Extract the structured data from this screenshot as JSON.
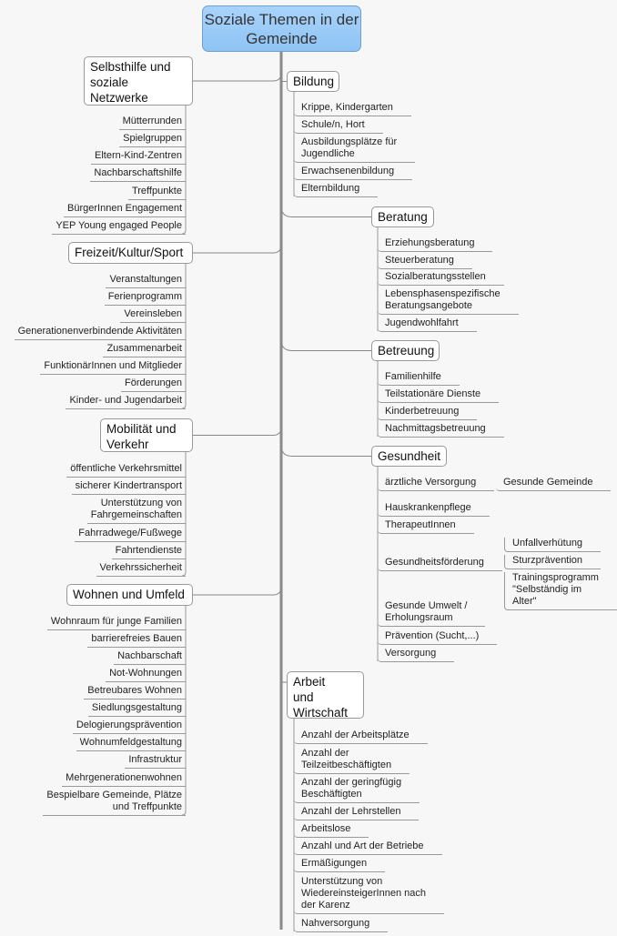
{
  "root": {
    "title": "Soziale Themen in der Gemeinde"
  },
  "branches": [
    {
      "label": "Selbsthilfe und\nsoziale\nNetzwerke",
      "items": [
        {
          "text": "Mütterrunden"
        },
        {
          "text": "Spielgruppen"
        },
        {
          "text": "Eltern-Kind-Zentren"
        },
        {
          "text": "Nachbarschaftshilfe"
        },
        {
          "text": "Treffpunkte"
        },
        {
          "text": "BürgerInnen Engagement"
        },
        {
          "text": "YEP Young engaged People"
        }
      ]
    },
    {
      "label": "Freizeit/Kultur/Sport",
      "items": [
        {
          "text": "Veranstaltungen"
        },
        {
          "text": "Ferienprogramm"
        },
        {
          "text": "Vereinsleben"
        },
        {
          "text": "Generationenverbindende Aktivitäten"
        },
        {
          "text": "Zusammenarbeit"
        },
        {
          "text": "FunktionärInnen und Mitglieder"
        },
        {
          "text": "Förderungen"
        },
        {
          "text": "Kinder- und Jugendarbeit"
        }
      ]
    },
    {
      "label": "Mobilität und\nVerkehr",
      "items": [
        {
          "text": "öffentliche Verkehrsmittel"
        },
        {
          "text": "sicherer Kindertransport"
        },
        {
          "text": "Unterstützung von\nFahrgemeinschaften"
        },
        {
          "text": "Fahrradwege/Fußwege"
        },
        {
          "text": "Fahrtendienste"
        },
        {
          "text": "Verkehrssicherheit"
        }
      ]
    },
    {
      "label": "Wohnen und Umfeld",
      "items": [
        {
          "text": "Wohnraum für junge Familien"
        },
        {
          "text": "barrierefreies Bauen"
        },
        {
          "text": "Nachbarschaft"
        },
        {
          "text": "Not-Wohnungen"
        },
        {
          "text": "Betreubares Wohnen"
        },
        {
          "text": "Siedlungsgestaltung"
        },
        {
          "text": "Delogierungsprävention"
        },
        {
          "text": "Wohnumfeldgestaltung"
        },
        {
          "text": "Infrastruktur"
        },
        {
          "text": "Mehrgenerationenwohnen"
        },
        {
          "text": "Bespielbare Gemeinde, Plätze\nund Treffpunkte"
        }
      ]
    },
    {
      "label": "Bildung",
      "items": [
        {
          "text": "Krippe, Kindergarten"
        },
        {
          "text": "Schule/n, Hort"
        },
        {
          "text": "Ausbildungsplätze für\nJugendliche"
        },
        {
          "text": "Erwachsenenbildung"
        },
        {
          "text": "Elternbildung"
        }
      ]
    },
    {
      "label": "Beratung",
      "items": [
        {
          "text": "Erziehungsberatung"
        },
        {
          "text": "Steuerberatung"
        },
        {
          "text": "Sozialberatungsstellen"
        },
        {
          "text": "Lebensphasenspezifische\nBeratungsangebote"
        },
        {
          "text": "Jugendwohlfahrt"
        }
      ]
    },
    {
      "label": "Betreuung",
      "items": [
        {
          "text": "Familienhilfe"
        },
        {
          "text": "Teilstationäre Dienste"
        },
        {
          "text": "Kinderbetreuung"
        },
        {
          "text": "Nachmittagsbetreuung"
        }
      ]
    },
    {
      "label": "Gesundheit",
      "items": [
        {
          "text": "ärztliche Versorgung",
          "children": [
            "Gesunde Gemeinde"
          ]
        },
        {
          "text": "Hauskrankenpflege"
        },
        {
          "text": "TherapeutInnen"
        },
        {
          "text": "Gesundheitsförderung",
          "children": [
            "Unfallverhütung",
            "Sturzprävention",
            "Trainingsprogramm\n\"Selbständig im Alter\""
          ]
        },
        {
          "text": "Gesunde Umwelt /\nErholungsraum"
        },
        {
          "text": "Prävention (Sucht,...)"
        },
        {
          "text": "Versorgung"
        }
      ]
    },
    {
      "label": "Arbeit\nund\nWirtschaft",
      "items": [
        {
          "text": "Anzahl der Arbeitsplätze"
        },
        {
          "text": "Anzahl der\nTeilzeitbeschäftigten"
        },
        {
          "text": "Anzahl der geringfügig\nBeschäftigten"
        },
        {
          "text": "Anzahl der Lehrstellen"
        },
        {
          "text": "Arbeitslose"
        },
        {
          "text": "Anzahl und Art der Betriebe"
        },
        {
          "text": "Ermäßigungen"
        },
        {
          "text": "Unterstützung von\nWiedereinsteigerInnen nach\nder Karenz"
        },
        {
          "text": "Nahversorgung"
        }
      ]
    }
  ]
}
